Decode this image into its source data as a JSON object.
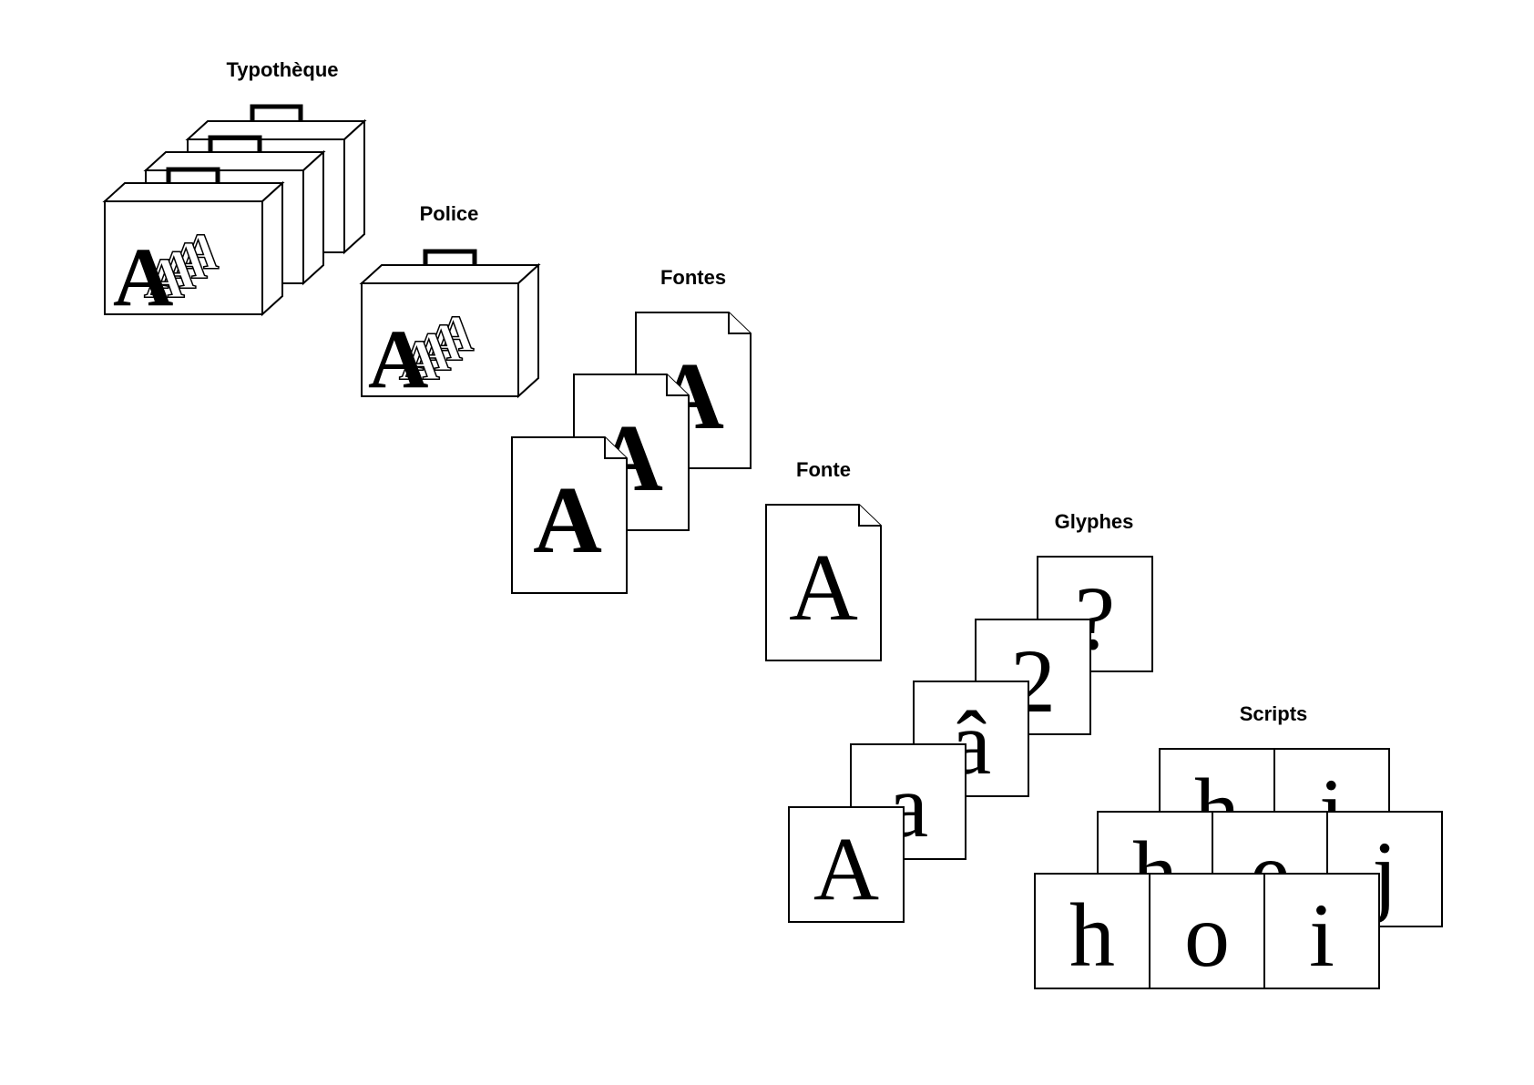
{
  "labels": {
    "typotheque": "Typothèque",
    "police": "Police",
    "fontes": "Fontes",
    "fonte": "Fonte",
    "glyphes": "Glyphes",
    "scripts": "Scripts"
  },
  "letters": {
    "police_letter": "A",
    "fontes_letter": "A",
    "fonte_letter": "A",
    "glyphs": [
      "A",
      "a",
      "â",
      "2",
      "?"
    ],
    "scripts_rows": [
      [
        "h",
        "o",
        "i"
      ],
      [
        "h",
        "e",
        "j"
      ],
      [
        "h",
        "i"
      ]
    ]
  },
  "colors": {
    "ink": "#000000",
    "paper": "#ffffff"
  }
}
